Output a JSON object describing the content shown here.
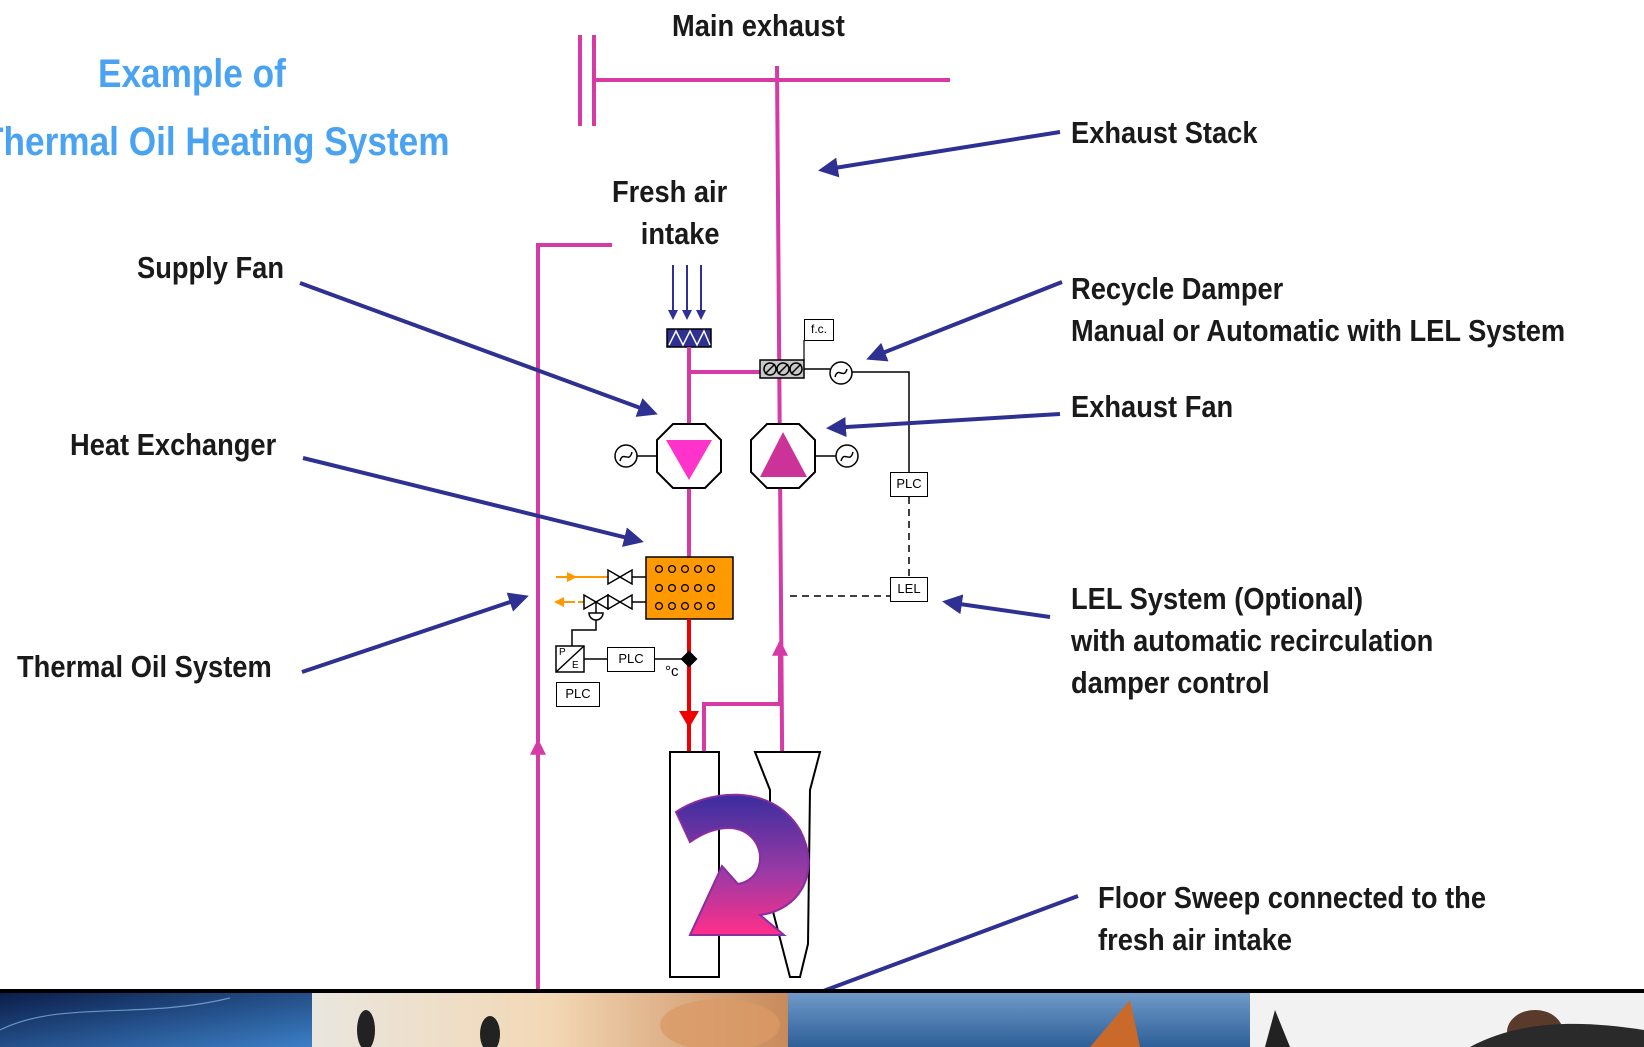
{
  "title": {
    "line1": "Example of",
    "line2": "Thermal Oil Heating System"
  },
  "labels": {
    "main_exhaust": "Main exhaust",
    "exhaust_stack": "Exhaust Stack",
    "fresh_air_intake": [
      "Fresh air",
      "intake"
    ],
    "supply_fan": "Supply Fan",
    "recycle_damper": [
      "Recycle Damper",
      "Manual or Automatic with LEL System"
    ],
    "exhaust_fan": "Exhaust Fan",
    "heat_exchanger": "Heat Exchanger",
    "lel_system": [
      "LEL System (Optional)",
      "with automatic recirculation",
      "damper control"
    ],
    "thermal_oil_system": "Thermal Oil System",
    "floor_sweep": [
      "Floor Sweep connected to the",
      "fresh air intake"
    ]
  },
  "tags": {
    "fc": "f.c.",
    "plc_damper": "PLC",
    "lel": "LEL",
    "plc_temp": "PLC",
    "plc_pe": "PLC",
    "pe_p": "P",
    "pe_e": "E",
    "temp_unit": "°c"
  },
  "colors": {
    "duct": "#d63aa5",
    "arrow": "#2e3192",
    "title": "#4aa3f0",
    "hot_oil": "#ff9900",
    "hot_air": "#ee0000",
    "fan_fill": "#ff33cc"
  }
}
